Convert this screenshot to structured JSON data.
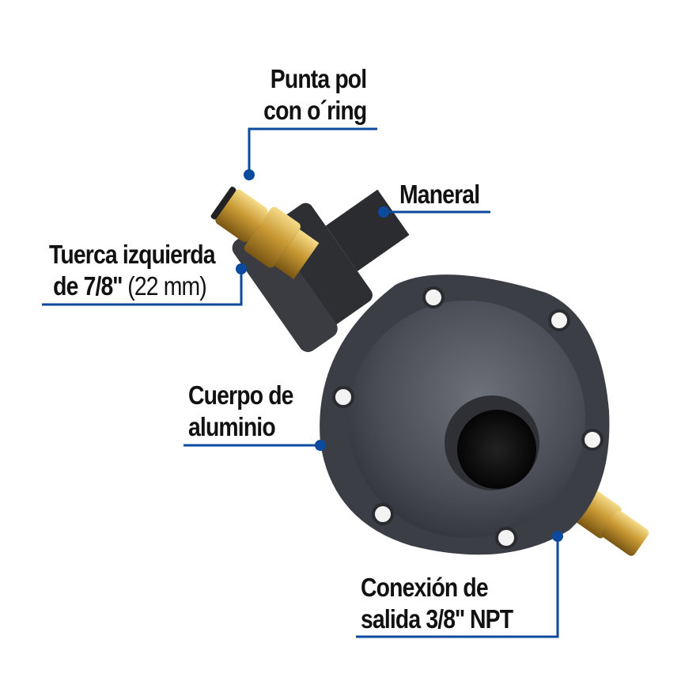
{
  "accent_color": "#0b4a9e",
  "callouts": {
    "punta": {
      "line1": "Punta pol",
      "line2": "con o´ring"
    },
    "maneral": {
      "line1": "Maneral"
    },
    "tuerca": {
      "line1": "Tuerca izquierda",
      "line2_bold": "de 7/8'' ",
      "line2_normal": "(22 mm)"
    },
    "cuerpo": {
      "line1": "Cuerpo de",
      "line2": "aluminio"
    },
    "conexion": {
      "line1": "Conexión de",
      "line2": "salida 3/8'' NPT"
    }
  }
}
